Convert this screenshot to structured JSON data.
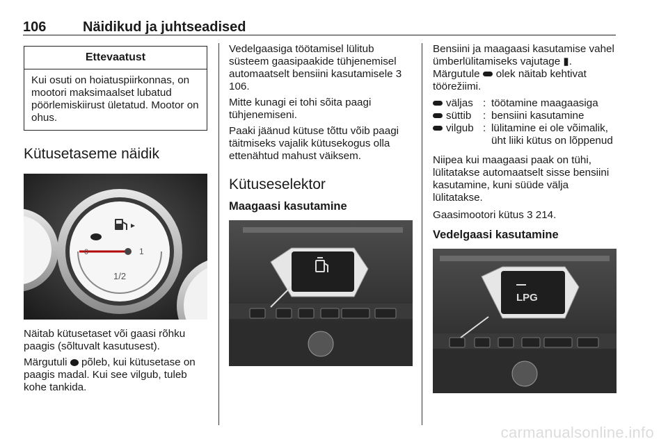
{
  "header": {
    "page_number": "106",
    "title": "Näidikud ja juhtseadised"
  },
  "col1": {
    "warning_title": "Ettevaatust",
    "warning_text": "Kui osuti on hoiatuspiirkonnas, on mootori maksimaalset lubatud pöörlemiskiirust ületatud. Mootor on ohus.",
    "section_title": "Kütusetaseme näidik",
    "gauge_labels": {
      "zero": "0",
      "half": "1/2",
      "one": "1"
    },
    "p1": "Näitab kütusetaset või gaasi rõhku paagis (sõltuvalt kasutusest).",
    "p2_before": "Märgutuli",
    "p2_after": "põleb, kui kütusetase on paagis madal. Kui see vilgub, tuleb kohe tankida."
  },
  "col2": {
    "p1_text": "Vedelgaasiga töötamisel lülitub süsteem gaasipaakide tühjenemisel automaatselt bensiini kasutamisele",
    "p1_ref": "3 106.",
    "p2": "Mitte kunagi ei tohi sõita paagi tühjenemiseni.",
    "p3": "Paaki jäänud kütuse tõttu võib paagi täitmiseks vajalik kütusekogus olla ettenähtud mahust väiksem.",
    "section_title": "Kütuseselektor",
    "subsection_title": "Maagaasi kasutamine"
  },
  "col3": {
    "intro_before": "Bensiini ja maagaasi kasutamise vahel ümberlülitamiseks vajutage",
    "intro_middle": "Märgutule",
    "intro_after": "olek näitab kehtivat töörežiimi.",
    "indicator_rows": [
      {
        "state": "väljas",
        "sep": ":",
        "desc": "töötamine maagaasiga"
      },
      {
        "state": "süttib",
        "sep": ":",
        "desc": "bensiini kasutamine"
      },
      {
        "state": "vilgub",
        "sep": ":",
        "desc": "lülitamine ei ole võimalik, üht liiki kütus on lõppenud"
      }
    ],
    "p_empty": "Niipea kui maagaasi paak on tühi, lülitatakse automaatselt sisse bensiini kasutamine, kuni süüde välja lülitatakse.",
    "p_gas_text": "Gaasimootori kütus",
    "p_gas_ref": "3 214.",
    "subsection_title": "Vedelgaasi kasutamine",
    "lpg_label": "LPG"
  },
  "watermark": "carmanualsonline.info"
}
